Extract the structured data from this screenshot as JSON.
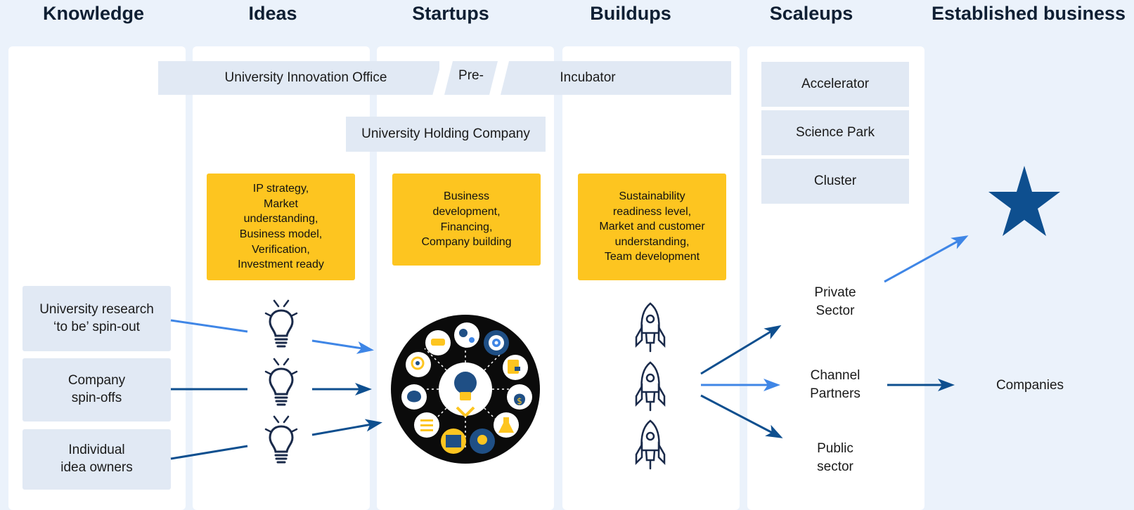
{
  "stages": [
    "Knowledge",
    "Ideas",
    "Startups",
    "Buildups",
    "Scaleups",
    "Established business"
  ],
  "support_bar": {
    "innovation_office": "University Innovation Office",
    "pre": "Pre-",
    "incubator": "Incubator",
    "holding": "University Holding Company"
  },
  "scaleup_support": [
    "Accelerator",
    "Science Park",
    "Cluster"
  ],
  "activities": {
    "ideas": "IP strategy,\nMarket\nunderstanding,\nBusiness model,\nVerification,\nInvestment ready",
    "startups": "Business\ndevelopment,\nFinancing,\nCompany building",
    "buildups": "Sustainability\nreadiness level,\nMarket and customer\nunderstanding,\nTeam development"
  },
  "sources": [
    "University research\n‘to be’ spin-out",
    "Company\nspin-offs",
    "Individual\nidea owners"
  ],
  "outcomes": {
    "private": "Private\nSector",
    "channel": "Channel\nPartners",
    "public": "Public\nsector",
    "companies": "Companies"
  },
  "icons": {
    "idea": "lightbulb-icon",
    "buildup": "rocket-icon",
    "success": "star-icon",
    "ecosystem": "startup-services-circle-icon"
  },
  "colors": {
    "background": "#ebf2fb",
    "column": "#ffffff",
    "support_box": "#e1e9f4",
    "activity_box": "#fdc520",
    "dark_blue": "#0e4f8f",
    "light_blue": "#3f86e6",
    "navy_icon": "#1a2a4a"
  }
}
